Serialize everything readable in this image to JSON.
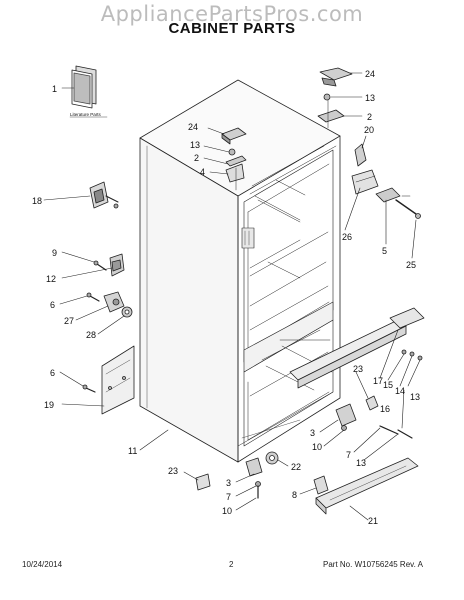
{
  "watermark": "AppliancePartsPros.com",
  "title": "CABINET PARTS",
  "literature_label": "Literature Parts",
  "footer": {
    "date": "10/24/2014",
    "page": "2",
    "part_no": "Part No. W10756245  Rev. A"
  },
  "callouts": {
    "c1": "1",
    "c24a": "24",
    "c13a": "13",
    "c2a": "2",
    "c20": "20",
    "c24b": "24",
    "c13b": "13",
    "c2b": "2",
    "c4": "4",
    "c18": "18",
    "c26": "26",
    "c5": "5",
    "c25": "25",
    "c9": "9",
    "c12": "12",
    "c6a": "6",
    "c27": "27",
    "c28": "28",
    "c6b": "6",
    "c19": "19",
    "c23a": "23",
    "c17": "17",
    "c15": "15",
    "c14": "14",
    "c16": "16",
    "c13c": "13",
    "c3a": "3",
    "c10a": "10",
    "c7a": "7",
    "c13d": "13",
    "c11": "11",
    "c22": "22",
    "c23b": "23",
    "c3b": "3",
    "c7b": "7",
    "c10b": "10",
    "c8": "8",
    "c21": "21"
  }
}
